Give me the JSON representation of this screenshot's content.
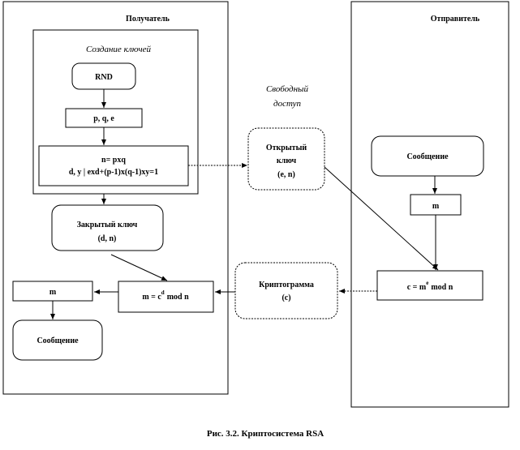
{
  "columns": {
    "receiver": "Получатель",
    "sender": "Отправитель"
  },
  "key_creation": {
    "title": "Создание ключей",
    "rnd": "RND",
    "pqe": "p, q, e",
    "n_formula": "n= pxq",
    "d_formula": "d, y | exd+(p-1)x(q-1)xy=1"
  },
  "private_key": {
    "line1": "Закрытый ключ",
    "line2": "(d, n)"
  },
  "free_access": {
    "line1": "Свободный",
    "line2": "доступ"
  },
  "public_key": {
    "line1": "Открытый",
    "line2": "ключ",
    "line3": "(e, n)"
  },
  "sender_flow": {
    "message": "Сообщение",
    "m": "m",
    "encrypt_base": "c = m",
    "encrypt_exp": "e",
    "encrypt_tail": "mod n"
  },
  "cryptogram": {
    "line1": "Криптограмма",
    "line2": "(c)"
  },
  "receiver_flow": {
    "decrypt_base": "m = c",
    "decrypt_exp": "d",
    "decrypt_tail": "mod n",
    "m": "m",
    "message": "Сообщение"
  },
  "caption": "Рис. 3.2.  Криптосистема RSA"
}
